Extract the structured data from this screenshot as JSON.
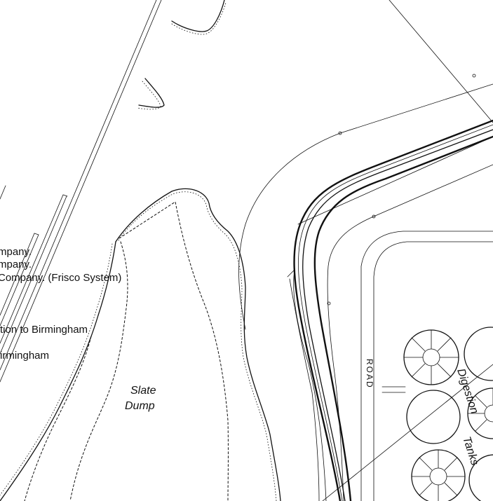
{
  "map": {
    "railroad_labels": [
      "mpany.",
      "mpany.",
      "Company. (Frisco System)",
      "tion to Birmingham",
      "irmingham"
    ],
    "area_label_line1": "Slate",
    "area_label_line2": "Dump",
    "road_label": "ROAD",
    "tanks_label_1": "Digestion",
    "tanks_label_2": "Tanks"
  }
}
